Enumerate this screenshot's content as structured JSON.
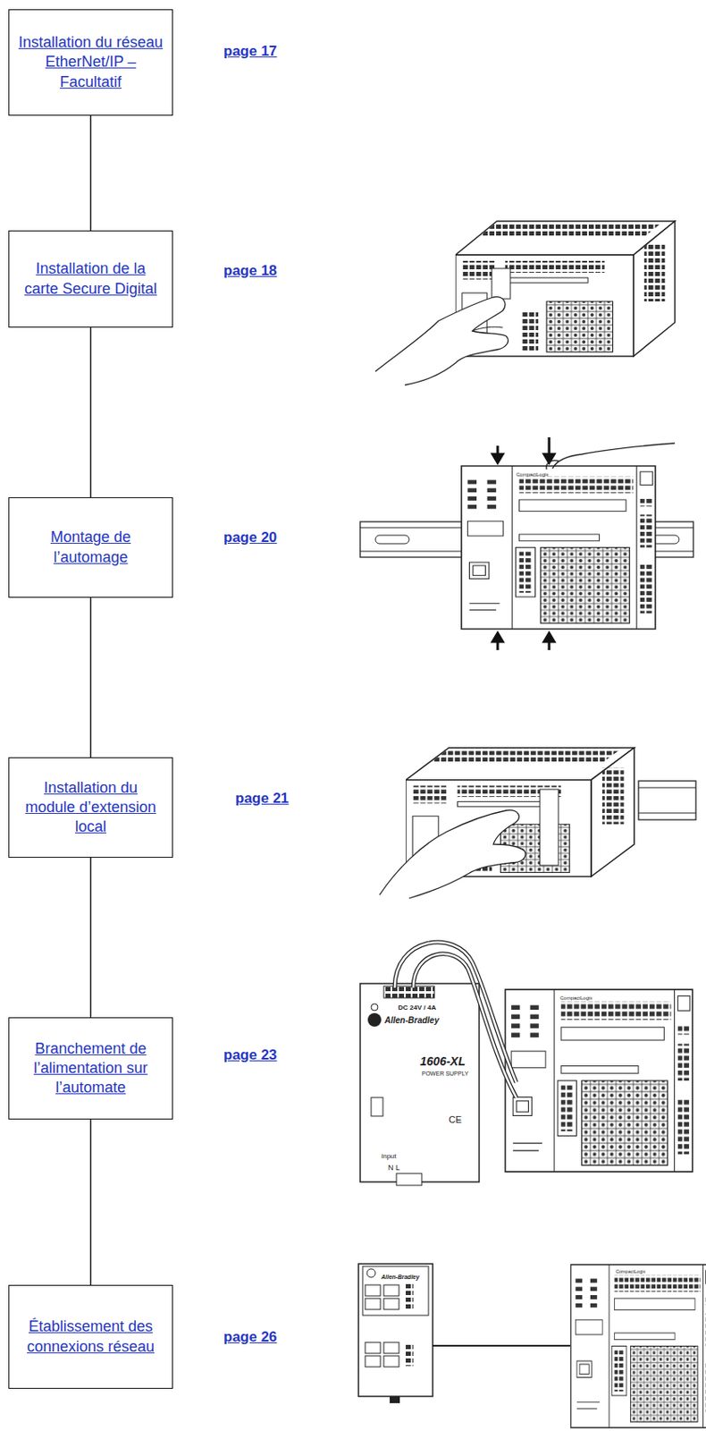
{
  "diagram": {
    "nodes": [
      {
        "text": [
          "Installation du réseau EtherNet/IP – Facultatif"
        ]
      },
      {
        "text": [
          "Installation de la carte Secure Digital"
        ]
      },
      {
        "text": [
          "Montage de l’automage"
        ]
      },
      {
        "text": [
          "Installation du module d’extension local"
        ]
      },
      {
        "text": [
          "Branchement de l’alimentation sur l’automate"
        ]
      },
      {
        "text": [
          "Établissement des connexions réseau"
        ]
      }
    ],
    "edges": [
      {
        "from": 0,
        "to": 1,
        "arrow": "none"
      },
      {
        "from": 1,
        "to": 2,
        "arrow": "none"
      },
      {
        "from": 2,
        "to": 3,
        "arrow": "none"
      },
      {
        "from": 3,
        "to": 4,
        "arrow": "none"
      },
      {
        "from": 4,
        "to": 5,
        "arrow": "none"
      }
    ],
    "labels": [
      "page 17",
      "page 18",
      "page 20",
      "page 21",
      "page 23",
      "page 26",
      "DC 24V / 4A",
      "Allen-Bradley",
      "1606-XL",
      "POWER SUPPLY",
      "CE",
      "Input",
      "N L",
      "Allen-Bradley",
      "CompactLogix",
      "CompactLogix",
      "CompactLogix"
    ]
  }
}
